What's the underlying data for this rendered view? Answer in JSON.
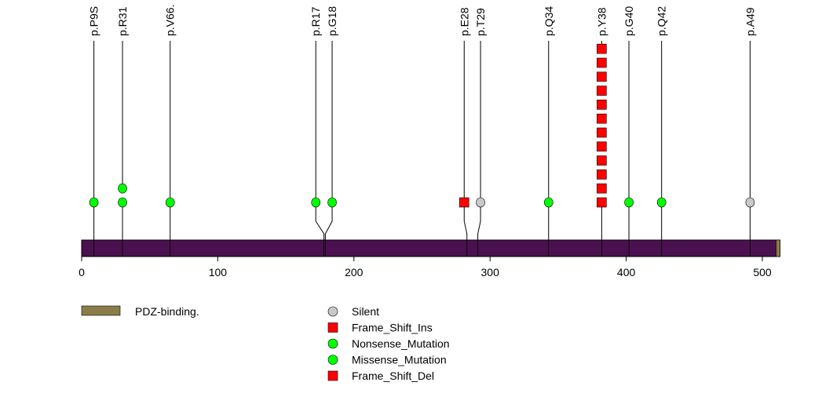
{
  "chart_data": {
    "type": "lollipop",
    "protein_length": 513,
    "xlim": [
      0,
      513
    ],
    "x_ticks": [
      "0",
      "100",
      "200",
      "300",
      "400",
      "500"
    ],
    "x_tick_values": [
      0,
      100,
      200,
      300,
      400,
      500
    ],
    "domains": [
      {
        "name": "PDZ-binding.",
        "start": 509,
        "end": 513,
        "color": "#8B7D4A"
      }
    ],
    "backbone_color": "#4A1150",
    "mutations": [
      {
        "label": "p.P9S",
        "position": 9,
        "types": [
          "Missense_Mutation"
        ]
      },
      {
        "label": "p.R31",
        "position": 30,
        "types": [
          "Missense_Mutation",
          "Missense_Mutation"
        ]
      },
      {
        "label": "p.V66.",
        "position": 65,
        "types": [
          "Missense_Mutation"
        ]
      },
      {
        "label": "p.R17",
        "position": 178,
        "label_position": 172,
        "types": [
          "Missense_Mutation"
        ]
      },
      {
        "label": "p.G18",
        "position": 179,
        "label_position": 184,
        "types": [
          "Missense_Mutation"
        ]
      },
      {
        "label": "p.E28",
        "position": 283,
        "label_position": 281,
        "types": [
          "Frame_Shift_Del"
        ]
      },
      {
        "label": "p.T29",
        "position": 291,
        "label_position": 293,
        "types": [
          "Silent"
        ]
      },
      {
        "label": "p.Q34",
        "position": 343,
        "types": [
          "Missense_Mutation"
        ]
      },
      {
        "label": "p.Y38",
        "position": 382,
        "types": [
          "Frame_Shift_Ins",
          "Frame_Shift_Ins",
          "Frame_Shift_Ins",
          "Frame_Shift_Ins",
          "Frame_Shift_Ins",
          "Frame_Shift_Ins",
          "Frame_Shift_Ins",
          "Frame_Shift_Ins",
          "Frame_Shift_Ins",
          "Frame_Shift_Ins",
          "Frame_Shift_Ins",
          "Frame_Shift_Ins"
        ]
      },
      {
        "label": "p.G40",
        "position": 402,
        "types": [
          "Missense_Mutation"
        ]
      },
      {
        "label": "p.Q42",
        "position": 426,
        "types": [
          "Missense_Mutation"
        ]
      },
      {
        "label": "p.A49",
        "position": 491,
        "types": [
          "Silent"
        ]
      }
    ],
    "legend": [
      {
        "label": "Silent",
        "shape": "circle",
        "color": "#C8C8C8"
      },
      {
        "label": "Frame_Shift_Ins",
        "shape": "square",
        "color": "#FF0000"
      },
      {
        "label": "Nonsense_Mutation",
        "shape": "circle",
        "color": "#00FF00"
      },
      {
        "label": "Missense_Mutation",
        "shape": "circle",
        "color": "#00FF00"
      },
      {
        "label": "Frame_Shift_Del",
        "shape": "square",
        "color": "#FF0000"
      }
    ],
    "type_colors": {
      "Silent": "#C8C8C8",
      "Frame_Shift_Ins": "#FF0000",
      "Frame_Shift_Del": "#FF0000",
      "Nonsense_Mutation": "#00FF00",
      "Missense_Mutation": "#00FF00"
    }
  }
}
